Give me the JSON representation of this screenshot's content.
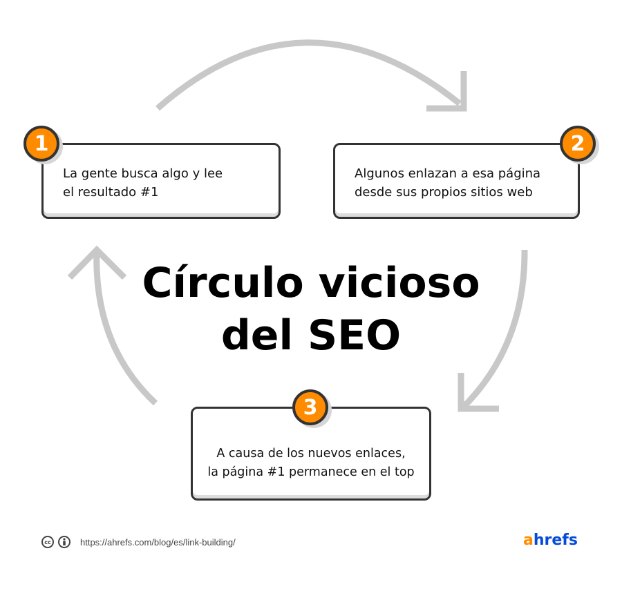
{
  "title": {
    "line1": "Círculo vicioso",
    "line2": "del SEO"
  },
  "steps": [
    {
      "number": "1",
      "line1": "La gente busca algo y lee",
      "line2": "el resultado #1"
    },
    {
      "number": "2",
      "line1": "Algunos enlazan a esa página",
      "line2": "desde sus propios sitios web"
    },
    {
      "number": "3",
      "line1": "A causa de los nuevos enlaces,",
      "line2": "la página #1 permanece en el top"
    }
  ],
  "footer": {
    "license_icons": [
      "cc-icon",
      "attribution-icon"
    ],
    "url": "https://ahrefs.com/blog/es/link-building/"
  },
  "logo": {
    "first": "a",
    "rest": "hrefs"
  },
  "colors": {
    "badge": "#ff8c00",
    "border": "#333333",
    "arrow": "#c8c8c8",
    "logo_orange": "#ff8c00",
    "logo_blue": "#054ada"
  }
}
